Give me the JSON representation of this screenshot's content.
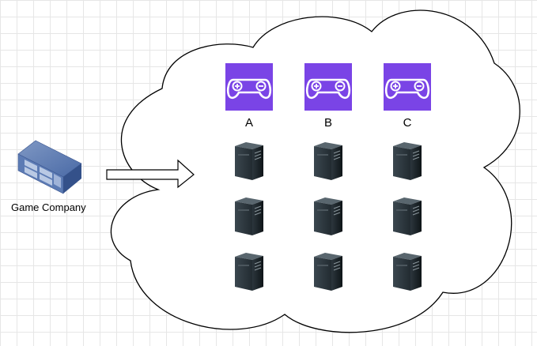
{
  "diagram": {
    "source": {
      "label": "Game Company",
      "icon": "server-rack-icon"
    },
    "cloud": {
      "icon": "cloud-shape"
    },
    "arrow": {
      "icon": "block-arrow-right"
    },
    "games": [
      {
        "label": "A",
        "icon": "gamepad-icon",
        "color": "#7a44e6"
      },
      {
        "label": "B",
        "icon": "gamepad-icon",
        "color": "#7a44e6"
      },
      {
        "label": "C",
        "icon": "gamepad-icon",
        "color": "#7a44e6"
      }
    ],
    "servers": {
      "icon": "tower-server-icon",
      "rows": 3,
      "columns": 3,
      "color": "#1b2226"
    }
  }
}
